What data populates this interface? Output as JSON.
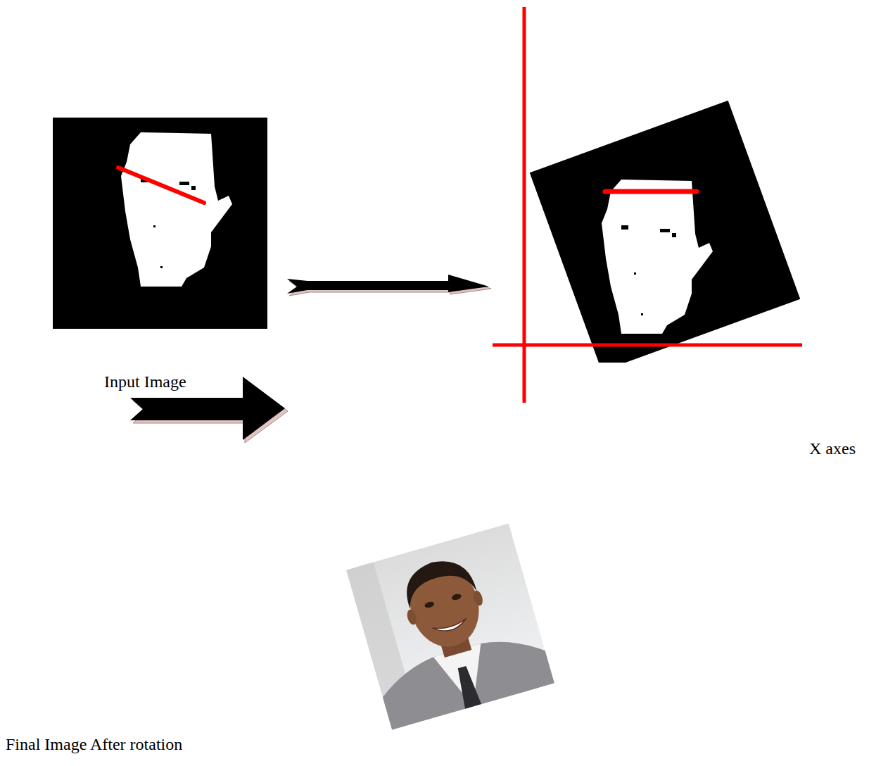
{
  "diagram": {
    "labels": [
      "Input Image",
      "X axes",
      "Final Image After rotation"
    ]
  }
}
